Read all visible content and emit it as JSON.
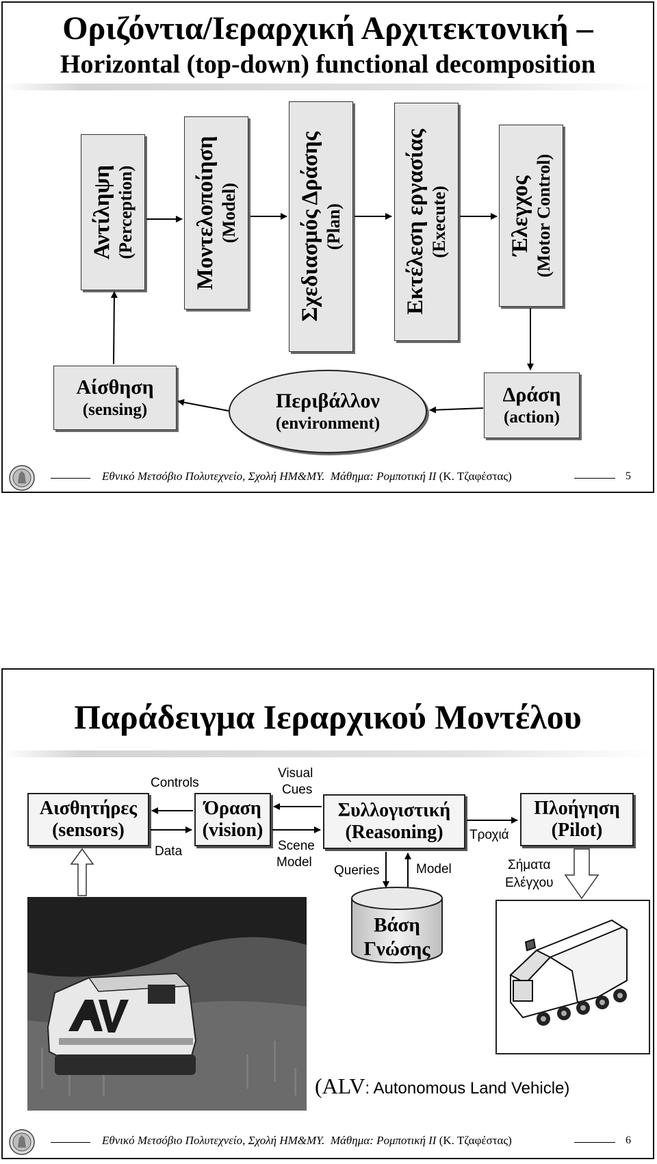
{
  "slide1": {
    "title_line1": "Οριζόντια/Ιεραρχική Αρχιτεκτονική –",
    "title_line2": "Horizontal (top-down) functional decomposition",
    "blocks": [
      {
        "main": "Αντίληψη",
        "sub": "(Perception)"
      },
      {
        "main": "Μοντελοποίηση",
        "sub": "(Model)"
      },
      {
        "main": "Σχεδιασμός Δράσης",
        "sub": "(Plan)"
      },
      {
        "main": "Εκτέλεση εργασίας",
        "sub": "(Execute)"
      },
      {
        "main": "Έλεγχος",
        "sub": "(Motor Control)"
      }
    ],
    "sensing": {
      "main": "Αίσθηση",
      "sub": "(sensing)"
    },
    "environment": {
      "main": "Περιβάλλον",
      "sub": "(environment)"
    },
    "action": {
      "main": "Δράση",
      "sub": "(action)"
    },
    "page_number": "5"
  },
  "slide2": {
    "title": "Παράδειγμα Ιεραρχικού Μοντέλου",
    "sensors": {
      "main": "Αισθητήρες",
      "sub": "(sensors)"
    },
    "vision": {
      "main": "Όραση",
      "sub": "(vision)"
    },
    "reasoning": {
      "main": "Συλλογιστική",
      "sub": "(Reasoning)"
    },
    "pilot": {
      "main": "Πλοήγηση",
      "sub": "(Pilot)"
    },
    "knowledge_base": {
      "line1": "Βάση",
      "line2": "Γνώσης"
    },
    "labels": {
      "controls": "Controls",
      "data": "Data",
      "visual_cues_1": "Visual",
      "visual_cues_2": "Cues",
      "scene_model_1": "Scene",
      "scene_model_2": "Model",
      "queries": "Queries",
      "model": "Model",
      "trajectory": "Τροχιά",
      "control_signals_1": "Σήματα",
      "control_signals_2": "Ελέγχου"
    },
    "caption_abbr": "(ALV",
    "caption_rest": ": Autonomous Land Vehicle)",
    "page_number": "6"
  },
  "footer": {
    "institution": "Εθνικό Μετσόβιο Πολυτεχνείο, Σχολή ΗΜ&ΜΥ.",
    "course": "Μάθημα: Ρομποτική ΙΙ",
    "author": "(Κ. Τζαφέστας)"
  },
  "icons": [
    "university-seal-icon",
    "alv-vehicle-photo",
    "robot-vehicle-drawing"
  ]
}
